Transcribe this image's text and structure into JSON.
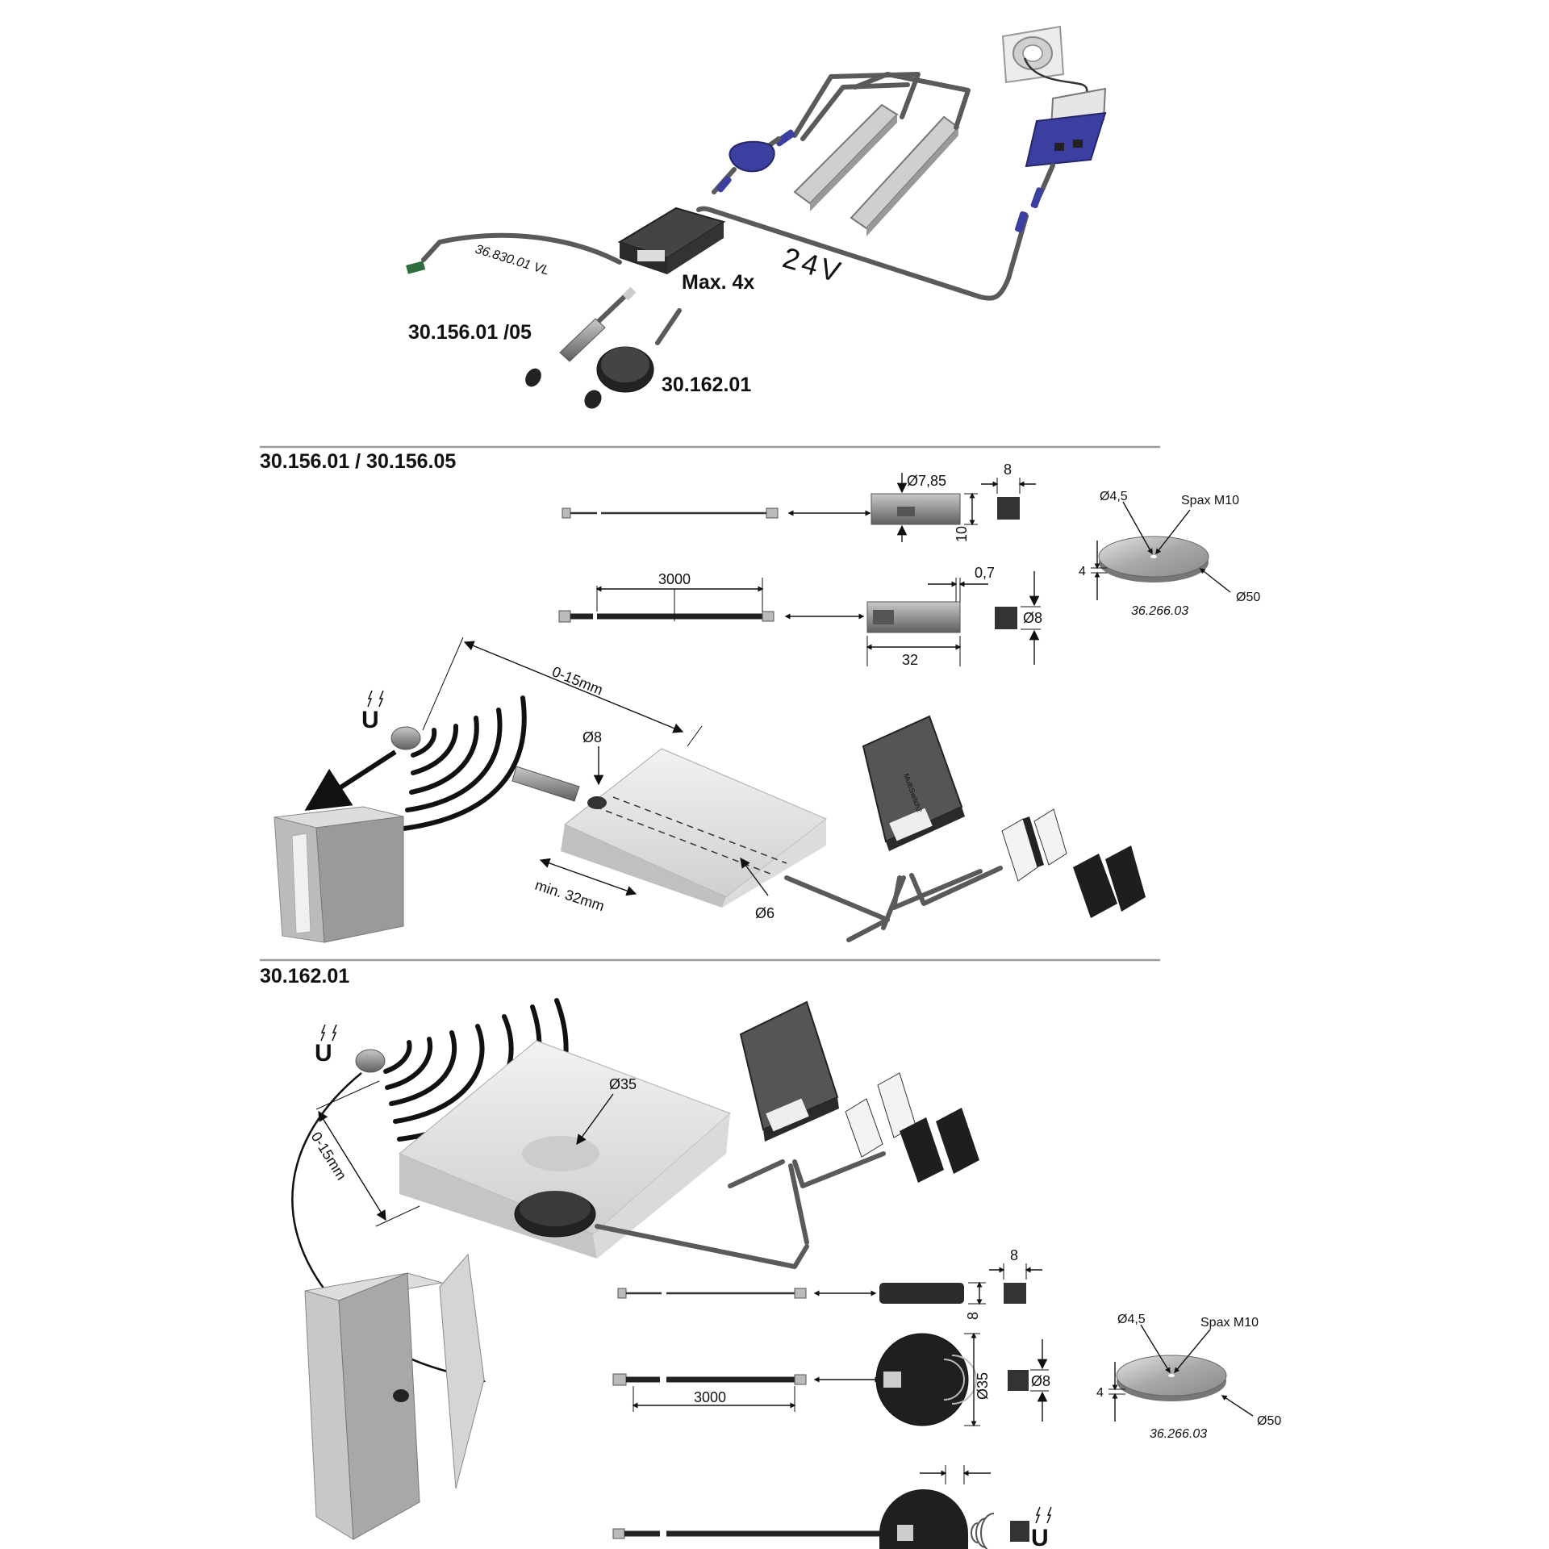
{
  "overview": {
    "sensor_cable_part": "36.830.01 VL",
    "voltage": "24V",
    "max_label": "Max. 4x",
    "part_a": "30.156.01 /05",
    "part_b": "30.162.01"
  },
  "section_1": {
    "title": "30.156.01 / 30.156.05",
    "dims": {
      "d785": "Ø7,85",
      "w8": "8",
      "h10": "10",
      "len3000": "3000",
      "t07": "0,7",
      "d8": "Ø8",
      "len32": "32",
      "range": "0-15mm",
      "hole_d8": "Ø8",
      "min32": "min. 32mm",
      "hole_d6": "Ø6"
    },
    "plate": {
      "hole": "Ø4,5",
      "screw": "Spax M10",
      "thickness": "4",
      "diameter": "Ø50",
      "part": "36.266.03"
    },
    "magnet_symbol": "U"
  },
  "section_2": {
    "title": "30.162.01",
    "dims": {
      "range": "0-15mm",
      "d35": "Ø35",
      "w8": "8",
      "h8": "8",
      "d35_side": "Ø35",
      "d8": "Ø8",
      "len3000": "3000"
    },
    "plate": {
      "hole": "Ø4,5",
      "screw": "Spax M10",
      "thickness": "4",
      "diameter": "Ø50",
      "part": "36.266.03"
    },
    "magnet_symbol": "U",
    "magnet_symbol_2": "U"
  },
  "colors": {
    "connector_blue": "#3b3fa0",
    "cable": "#5a5a5a",
    "separator": "#9a9a9a"
  }
}
